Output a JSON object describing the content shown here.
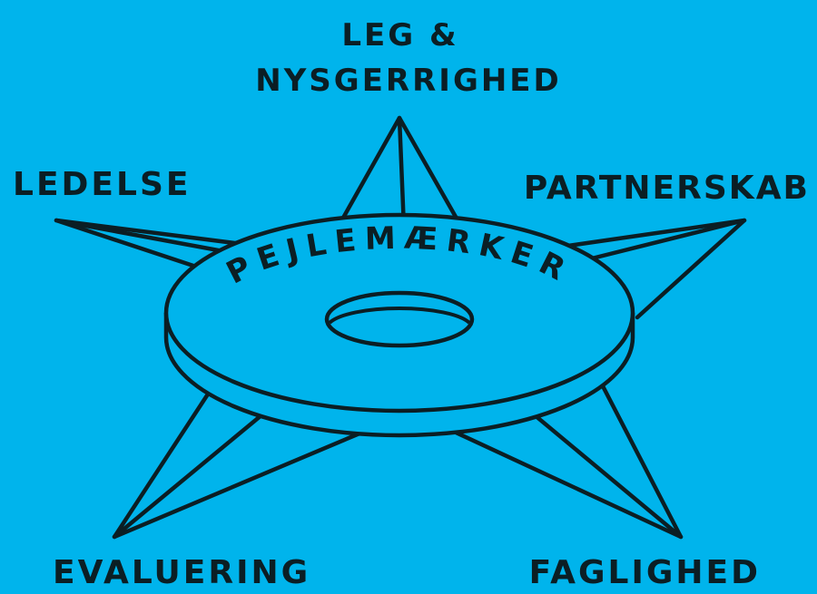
{
  "colors": {
    "background": "#00b4ec",
    "ink": "#0b1e24"
  },
  "center": {
    "label": "PEJLEMÆRKER"
  },
  "points": {
    "top": {
      "line1": "LEG &",
      "line2": "NYSGERRIGHED"
    },
    "upper_left": {
      "label": "LEDELSE"
    },
    "upper_right": {
      "label": "PARTNERSKAB"
    },
    "lower_left": {
      "label": "EVALUERING"
    },
    "lower_right": {
      "label": "FAGLIGHED"
    }
  }
}
